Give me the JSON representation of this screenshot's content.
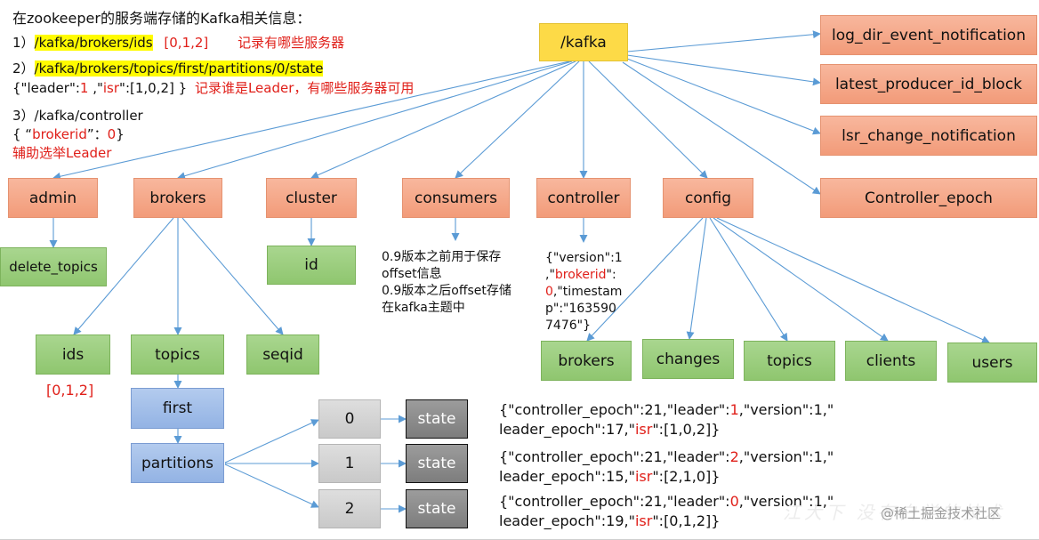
{
  "nodes": {
    "kafka": "/kafka",
    "log_dir": "log_dir_event_notification",
    "latest_producer": "latest_producer_id_block",
    "isr_change": "lsr_change_notification",
    "controller_epoch": "Controller_epoch",
    "admin": "admin",
    "brokers": "brokers",
    "cluster": "cluster",
    "consumers": "consumers",
    "controller": "controller",
    "config": "config",
    "delete_topics": "delete_topics",
    "cluster_id": "id",
    "ids": "ids",
    "topics": "topics",
    "seqid": "seqid",
    "first": "first",
    "partitions": "partitions",
    "p0": "0",
    "p1": "1",
    "p2": "2",
    "state": "state",
    "config_brokers": "brokers",
    "config_changes": "changes",
    "config_topics": "topics",
    "config_clients": "clients",
    "config_users": "users"
  },
  "notes": {
    "title": "在zookeeper的服务端存储的Kafka相关信息：",
    "n1_prefix": "1）",
    "n1_path": "/kafka/brokers/ids",
    "n1_value": "[0,1,2]",
    "n1_desc": "记录有哪些服务器",
    "n2_prefix": "2）",
    "n2_path": "/kafka/brokers/topics/first/partitions/0/state",
    "n2_json_a": "{\"leader\":",
    "n2_json_b": "1",
    "n2_json_c": " ,\"",
    "n2_json_d": "isr",
    "n2_json_e": "\":[1,0,2] }",
    "n2_desc": "记录谁是Leader，有哪些服务器可用",
    "n3_line": "3）/kafka/controller",
    "n3_json_a": "{ “",
    "n3_json_b": "brokerid",
    "n3_json_c": "”：",
    "n3_json_d": "0",
    "n3_json_e": "}",
    "n3_desc": "辅助选举Leader",
    "ids_value": "[0,1,2]",
    "consumers_1": "0.9版本之前用于保存",
    "consumers_2": "offset信息",
    "consumers_3": "0.9版本之后offset存储",
    "consumers_4": "在kafka主题中",
    "ctrl_1": "{\"version\":1",
    "ctrl_2a": ",\"",
    "ctrl_2b": "brokerid",
    "ctrl_2c": "\":",
    "ctrl_3a": "0",
    "ctrl_3b": ",\"timestam",
    "ctrl_4": "p\":\"163590",
    "ctrl_5": "7476\"}"
  },
  "states": [
    {
      "l1a": "{\"controller_epoch\":21,\"leader\":",
      "leader": "1",
      "l1b": ",\"version\":1,\"",
      "l2a": "leader_epoch\":17,\"",
      "isr_key": "isr",
      "l2b": "\":[1,0,2]}"
    },
    {
      "l1a": "{\"controller_epoch\":21,\"leader\":",
      "leader": "2",
      "l1b": ",\"version\":1,\"",
      "l2a": "leader_epoch\":15,\"",
      "isr_key": "isr",
      "l2b": "\":[2,1,0]}"
    },
    {
      "l1a": "{\"controller_epoch\":21,\"leader\":",
      "leader": "0",
      "l1b": ",\"version\":1,\"",
      "l2a": "leader_epoch\":19,\"",
      "isr_key": "isr",
      "l2b": "\":[0,1,2]}"
    }
  ],
  "watermark": "@稀土掘金技术社区",
  "watermark_faint": "江大下 没有白学的技术",
  "colors": {
    "arrow": "#5b9bd5",
    "red": "#e0201a",
    "highlight": "#fffb00"
  }
}
